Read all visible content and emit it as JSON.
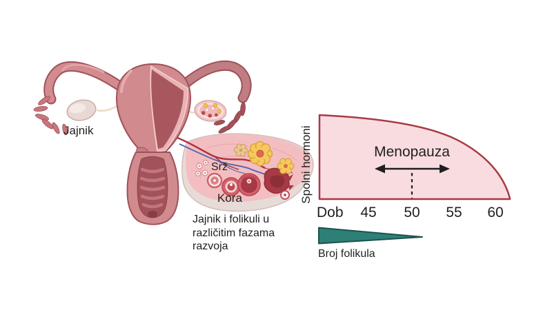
{
  "anatomy_panel": {
    "ovary_label": "Jajnik",
    "closeup": {
      "medulla_label": "Srž",
      "cortex_label": "Kora",
      "caption": "Jajnik i folikuli u\nrazličitim fazama\nrazvoja"
    }
  },
  "hormone_chart": {
    "y_axis_label": "Spolni hormoni",
    "x_axis_label": "Dob",
    "x_ticks": [
      "45",
      "50",
      "55",
      "60"
    ],
    "menopause_label": "Menopauza",
    "follicle_label": "Broj folikula",
    "colors": {
      "area_fill": "#f9dce0",
      "area_stroke": "#a73a44",
      "wedge_fill": "#2e8077",
      "wedge_stroke": "#1c524d",
      "annotation_color": "#1f1f1f",
      "uterus_body": "#d18a8e",
      "uterus_outline": "#9e5159",
      "uterus_cavity": "#a9575e",
      "ovary_closeup_fill": "#f3bec1",
      "corpus_luteum_yellow": "#f6c95f"
    }
  },
  "chart_data": [
    {
      "type": "area",
      "title": "",
      "xlabel": "Dob",
      "ylabel": "Spolni hormoni",
      "x_ticks": [
        45,
        50,
        55,
        60
      ],
      "x_range": [
        39,
        62
      ],
      "y_range": [
        0,
        1
      ],
      "grid": false,
      "legend": false,
      "series": [
        {
          "name": "Spolni hormoni",
          "x": [
            39,
            45,
            50,
            55,
            60,
            62
          ],
          "y": [
            1.0,
            0.96,
            0.9,
            0.72,
            0.4,
            0.0
          ]
        }
      ],
      "annotations": [
        {
          "type": "double-arrow-span",
          "label": "Menopauza",
          "x_start": 46,
          "x_end": 53.5
        },
        {
          "type": "dashed-vline",
          "x": 50
        }
      ]
    },
    {
      "type": "area",
      "title": "",
      "xlabel": "",
      "ylabel": "Broj folikula",
      "x_range": [
        39,
        51
      ],
      "grid": false,
      "legend": false,
      "series": [
        {
          "name": "Broj folikula",
          "x": [
            39,
            51
          ],
          "y": [
            1.0,
            0.0
          ]
        }
      ]
    }
  ]
}
